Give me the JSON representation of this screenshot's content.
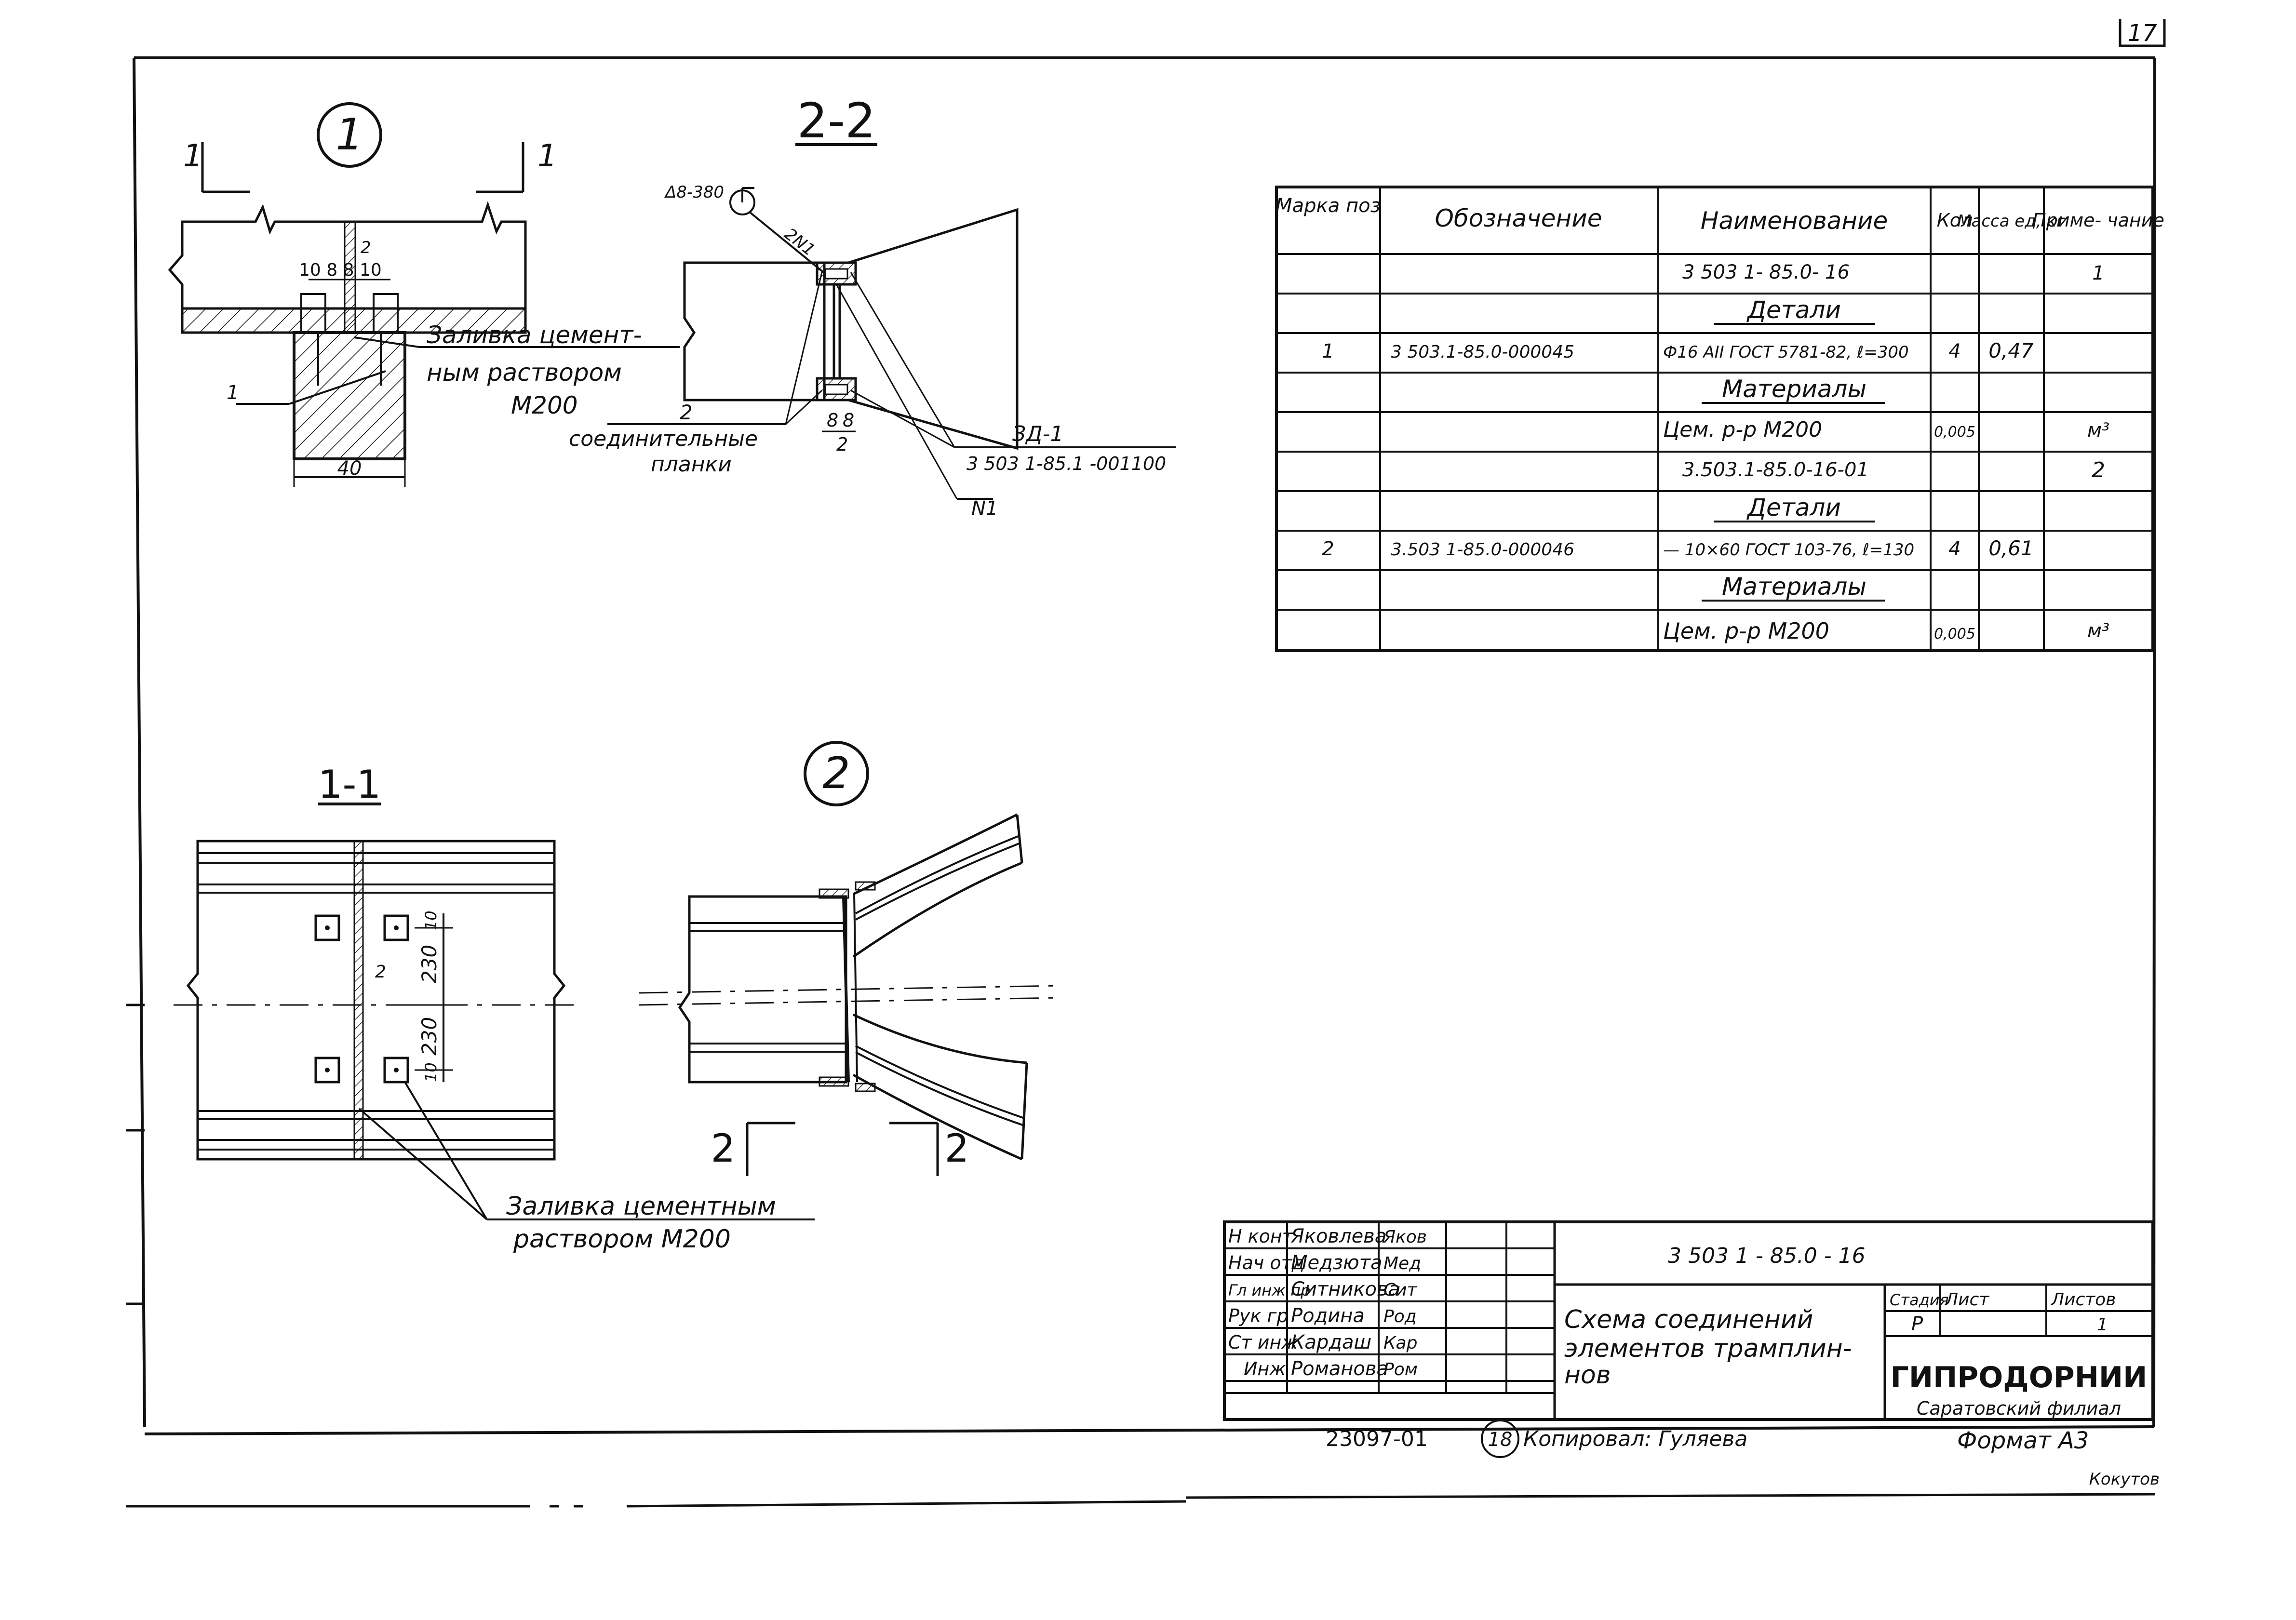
{
  "sheet": {
    "corner_number": "17",
    "bottom_signature": "Кокутов"
  },
  "views": {
    "node1": {
      "label": "1"
    },
    "node2": {
      "label": "2"
    },
    "section_2_2": {
      "label": "2-2"
    },
    "section_1_1": {
      "label": "1-1"
    },
    "cut_marks": {
      "one": "1",
      "two": "2"
    }
  },
  "node1_annotations": {
    "dim_top": "2",
    "dim_row": "10 8 8 10",
    "dim_bottom": "40",
    "pos": "1",
    "fill_note_lines": [
      "Заливка цемент-",
      "ным раствором",
      "M200"
    ]
  },
  "section22_annotations": {
    "weld_symbol": "Δ8-380",
    "weld_pos": "2N1",
    "plate_pos": "2",
    "plate_note_lines": [
      "соединительные",
      "планки"
    ],
    "dim_8a": "8",
    "dim_8b": "8",
    "dim_2": "2",
    "ref_code": "ЗД-1",
    "ref_doc": "3 503 1-85.1 -001100",
    "ref_n1": "N1"
  },
  "section11_annotations": {
    "dim_230a": "230",
    "dim_230b": "230",
    "dim_10a": "10",
    "dim_10b": "10",
    "pos_2": "2",
    "fill_note_lines": [
      "Заливка цементным",
      "раствором M200"
    ]
  },
  "spec_table": {
    "headers": [
      "Марка поз",
      "Обозначение",
      "Наименование",
      "Кол",
      "Масса ед, кг",
      "Приме- чание"
    ],
    "rows": [
      [
        "",
        "",
        "3 503 1- 85.0- 16",
        "",
        "",
        "1"
      ],
      [
        "",
        "",
        "Детали",
        "",
        "",
        ""
      ],
      [
        "1",
        "3 503.1-85.0-000045",
        "Ф16 АII ГОСТ 5781-82, ℓ=300",
        "4",
        "0,47",
        ""
      ],
      [
        "",
        "",
        "Материалы",
        "",
        "",
        ""
      ],
      [
        "",
        "",
        "Цем. р-р  M200",
        "0,005",
        "",
        "м³"
      ],
      [
        "",
        "",
        "3.503.1-85.0-16-01",
        "",
        "",
        "2"
      ],
      [
        "",
        "",
        "Детали",
        "",
        "",
        ""
      ],
      [
        "2",
        "3.503 1-85.0-000046",
        "— 10×60 ГОСТ 103-76, ℓ=130",
        "4",
        "0,61",
        ""
      ],
      [
        "",
        "",
        "Материалы",
        "",
        "",
        ""
      ],
      [
        "",
        "",
        "Цем. р-р  M200",
        "0,005",
        "",
        "м³"
      ]
    ]
  },
  "title_block": {
    "roles": [
      "Н конт",
      "Нач отд",
      "Гл инж пр",
      "Рук гр",
      "Ст инж",
      "Инж"
    ],
    "names": [
      "Яковлева",
      "Медзюта",
      "Ситникова",
      "Родина",
      "Кардаш",
      "Романова"
    ],
    "signatures": [
      "Яков",
      "Мед",
      "Сит",
      "Род",
      "Кар",
      "Ром"
    ],
    "doc_code": "3 503 1 - 85.0 - 16",
    "title_lines": [
      "Схема соединений",
      "элементов трамплин-",
      "нов"
    ],
    "stage_label": "Стадия",
    "sheet_label": "Лист",
    "sheets_label": "Листов",
    "stage": "Р",
    "sheets": "1",
    "org": "ГИПРОДОРНИИ",
    "branch": "Саратовский филиал"
  },
  "footer": {
    "inventory": "23097-01",
    "copy_no": "18",
    "copied_by": "Копировал: Гуляева",
    "format": "Формат А3"
  }
}
